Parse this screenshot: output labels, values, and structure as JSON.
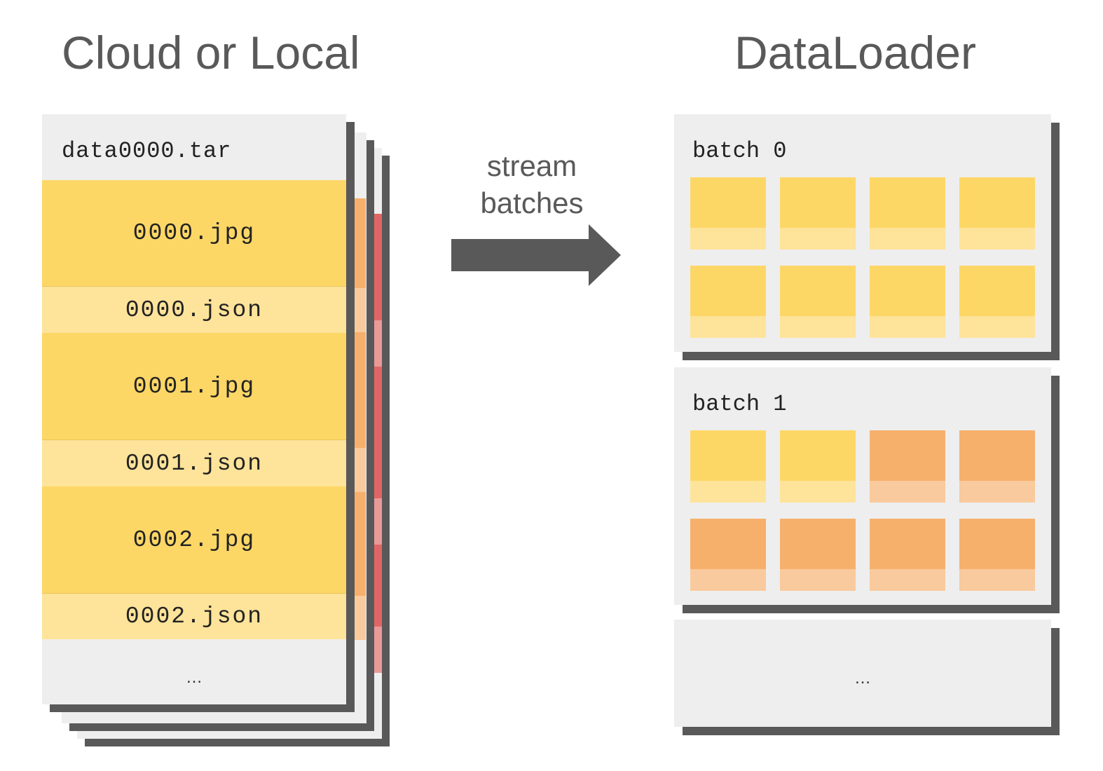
{
  "left": {
    "title": "Cloud or Local",
    "shard_name": "data0000.tar",
    "files": [
      "0000.jpg",
      "0000.json",
      "0001.jpg",
      "0001.json",
      "0002.jpg",
      "0002.json"
    ],
    "ellipsis": "…"
  },
  "middle": {
    "line1": "stream",
    "line2": "batches"
  },
  "right": {
    "title": "DataLoader",
    "batch0_label": "batch 0",
    "batch1_label": "batch 1",
    "ellipsis": "…"
  },
  "colors": {
    "heading_gray": "#595959",
    "card_bg": "#eeeeee",
    "image_yellow": "#fdd766",
    "json_yellow": "#fee39a",
    "image_orange": "#f6b06c",
    "json_orange": "#f9ca9d",
    "image_red": "#e06666",
    "json_red": "#ea9999"
  }
}
